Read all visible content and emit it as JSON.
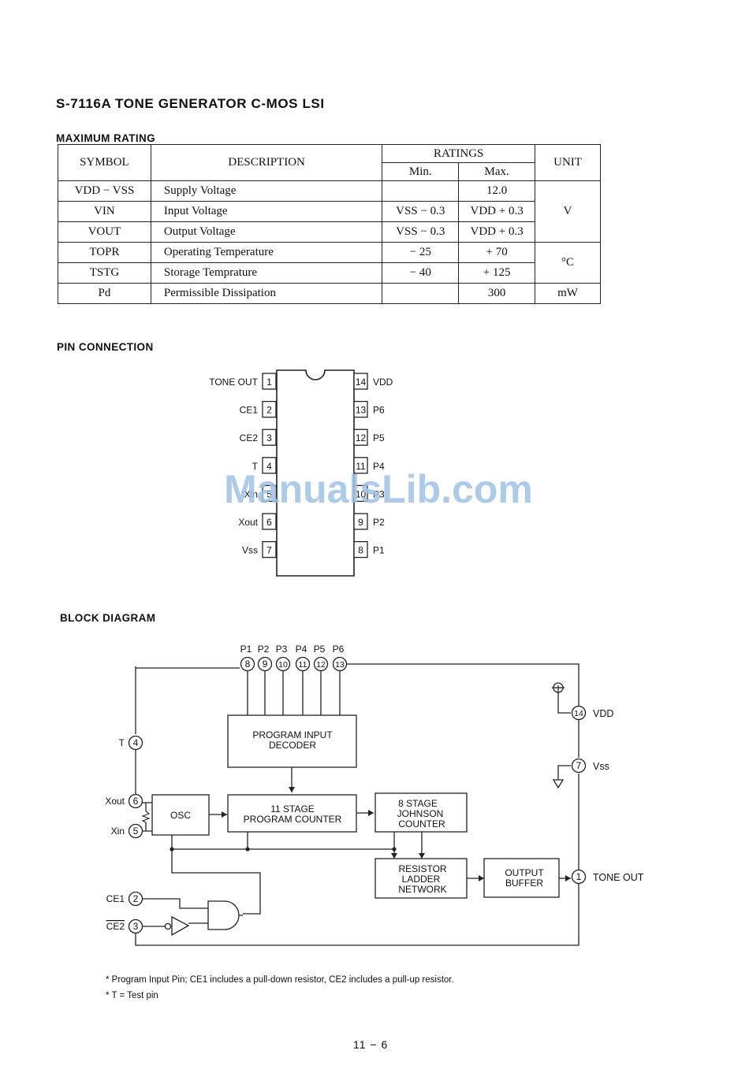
{
  "title": "S-7116A TONE GENERATOR C-MOS LSI",
  "max_rating": {
    "heading": "MAXIMUM RATING",
    "headers": {
      "symbol": "SYMBOL",
      "description": "DESCRIPTION",
      "ratings": "RATINGS",
      "min": "Min.",
      "max": "Max.",
      "unit": "UNIT"
    },
    "rows": [
      {
        "symbol": "VDD − VSS",
        "description": "Supply Voltage",
        "min": "",
        "max": "12.0"
      },
      {
        "symbol": "VIN",
        "description": "Input Voltage",
        "min": "VSS − 0.3",
        "max": "VDD + 0.3"
      },
      {
        "symbol": "VOUT",
        "description": "Output Voltage",
        "min": "VSS − 0.3",
        "max": "VDD + 0.3"
      },
      {
        "symbol": "TOPR",
        "description": "Operating Temperature",
        "min": "− 25",
        "max": "+ 70"
      },
      {
        "symbol": "TSTG",
        "description": "Storage Temprature",
        "min": "− 40",
        "max": "+ 125"
      },
      {
        "symbol": "Pd",
        "description": "Permissible Dissipation",
        "min": "",
        "max": "300"
      }
    ],
    "units": {
      "voltage": "V",
      "temperature": "°C",
      "power": "mW"
    }
  },
  "pin_connection": {
    "heading": "PIN CONNECTION",
    "left_pins": [
      {
        "num": "1",
        "label": "TONE OUT"
      },
      {
        "num": "2",
        "label": "CE1"
      },
      {
        "num": "3",
        "label": "CE2"
      },
      {
        "num": "4",
        "label": "T"
      },
      {
        "num": "5",
        "label": "Xin"
      },
      {
        "num": "6",
        "label": "Xout"
      },
      {
        "num": "7",
        "label": "Vss"
      }
    ],
    "right_pins": [
      {
        "num": "14",
        "label": "VDD"
      },
      {
        "num": "13",
        "label": "P6"
      },
      {
        "num": "12",
        "label": "P5"
      },
      {
        "num": "11",
        "label": "P4"
      },
      {
        "num": "10",
        "label": "P3"
      },
      {
        "num": "9",
        "label": "P2"
      },
      {
        "num": "8",
        "label": "P1"
      }
    ]
  },
  "watermark": "ManualsLib.com",
  "block_diagram": {
    "heading": "BLOCK DIAGRAM",
    "top_pins": [
      {
        "num": "8",
        "label": "P1"
      },
      {
        "num": "9",
        "label": "P2"
      },
      {
        "num": "10",
        "label": "P3"
      },
      {
        "num": "11",
        "label": "P4"
      },
      {
        "num": "12",
        "label": "P5"
      },
      {
        "num": "13",
        "label": "P6"
      }
    ],
    "left_pins": [
      {
        "num": "4",
        "label": "T"
      },
      {
        "num": "6",
        "label": "Xout"
      },
      {
        "num": "5",
        "label": "Xin"
      },
      {
        "num": "2",
        "label": "CE1"
      },
      {
        "num": "3",
        "label": "CE2"
      }
    ],
    "right_pins": [
      {
        "num": "14",
        "label": "VDD"
      },
      {
        "num": "7",
        "label": "Vss"
      },
      {
        "num": "1",
        "label": "TONE OUT"
      }
    ],
    "blocks": {
      "decoder": [
        "PROGRAM INPUT",
        "DECODER"
      ],
      "osc": [
        "OSC"
      ],
      "counter": [
        "11 STAGE",
        "PROGRAM COUNTER"
      ],
      "johnson": [
        "8 STAGE",
        "JOHNSON",
        "COUNTER"
      ],
      "ladder": [
        "RESISTOR",
        "LADDER",
        "NETWORK"
      ],
      "buffer": [
        "OUTPUT",
        "BUFFER"
      ]
    }
  },
  "notes": [
    "* Program Input Pin;  CE1 includes a pull-down resistor, CE2 includes a pull-up resistor.",
    "* T = Test pin"
  ],
  "page_number": "11 − 6"
}
